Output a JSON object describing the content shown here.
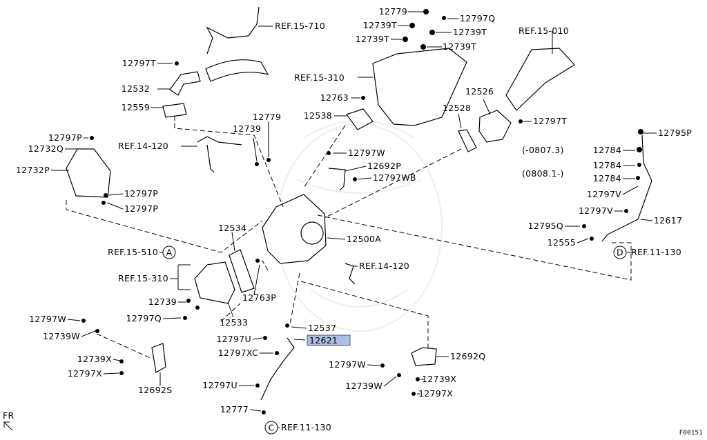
{
  "diagram": {
    "figure_code": "F00151",
    "orientation_label": "FR",
    "highlight_color": "#aebfe6",
    "callouts": {
      "A": "A",
      "C": "C",
      "D": "D"
    },
    "labels": {
      "ref_15_710": "REF.15-710",
      "p12779_top": "12779",
      "p12797Q_top": "12797Q",
      "p12739T_a": "12739T",
      "p12739T_b": "12739T",
      "p12739T_c": "12739T",
      "p12739T_d": "12739T",
      "ref_15_010": "REF.15-010",
      "p12797T_left": "12797T",
      "p12532": "12532",
      "ref_15_310_top": "REF.15-310",
      "p12763": "12763",
      "p12526": "12526",
      "p12559": "12559",
      "p12779_mid": "12779",
      "p12538": "12538",
      "p12528": "12528",
      "p12739_mid": "12739",
      "p12797T_right": "12797T",
      "p12797P_a": "12797P",
      "p12795P": "12795P",
      "ref_14_120_top": "REF.14-120",
      "p12732Q": "12732Q",
      "p12797W_mid": "12797W",
      "date_range_1": "(-0807.3)",
      "p12784_a": "12784",
      "p12692P": "12692P",
      "p12784_b": "12784",
      "p12732P": "12732P",
      "p12797WB": "12797WB",
      "date_range_2": "(0808.1-)",
      "p12784_c": "12784",
      "p12797P_b": "12797P",
      "p12797V_a": "12797V",
      "p12797P_c": "12797P",
      "p12797V_b": "12797V",
      "p12617": "12617",
      "p12534": "12534",
      "p12795Q": "12795Q",
      "p12500A": "12500A",
      "p12555": "12555",
      "ref_11_130_right": "REF.11-130",
      "ref_15_510": "REF.15-510",
      "ref_14_120_mid": "REF.14-120",
      "ref_15_310_left": "REF.15-310",
      "p12763P": "12763P",
      "p12739_left": "12739",
      "p12797W_left": "12797W",
      "p12797Q_left": "12797Q",
      "p12533": "12533",
      "p12537": "12537",
      "p12739W_left": "12739W",
      "p12797U_a": "12797U",
      "p12621": "12621",
      "p12797XC": "12797XC",
      "p12692Q": "12692Q",
      "p12739X_left": "12739X",
      "p12797W_right": "12797W",
      "p12797X_left": "12797X",
      "p12739X_right": "12739X",
      "p12692S": "12692S",
      "p12739W_right": "12739W",
      "p12797U_b": "12797U",
      "p12797X_right": "12797X",
      "p12777": "12777",
      "ref_11_130_bottom": "REF.11-130"
    }
  }
}
